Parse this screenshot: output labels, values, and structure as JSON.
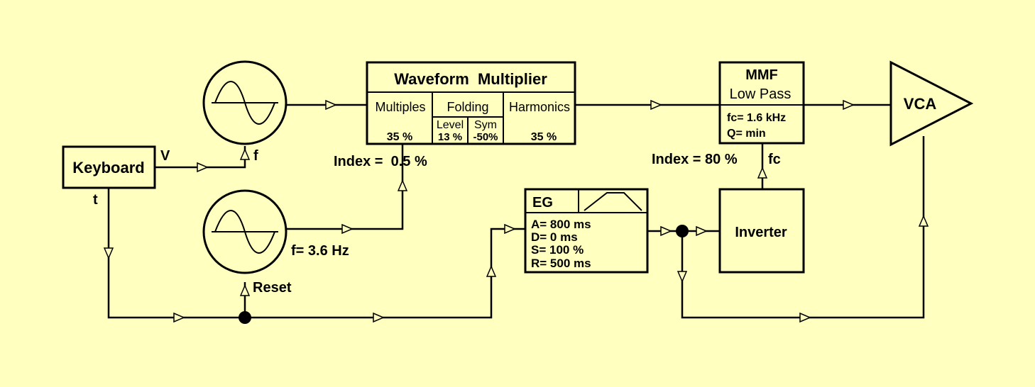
{
  "background_color": "#ffffbf",
  "keyboard": {
    "label": "Keyboard",
    "v_out": "V",
    "t_out": "t"
  },
  "osc1": {
    "icon": "sine-wave-icon",
    "f_in": "f"
  },
  "osc2": {
    "icon": "sine-wave-icon",
    "freq": "f= 3.6 Hz",
    "reset": "Reset"
  },
  "multiplier": {
    "title": "Waveform  Multiplier",
    "multiples_label": "Multiples",
    "multiples_value": "35 %",
    "folding_label": "Folding",
    "level_label": "Level",
    "level_value": "13 %",
    "sym_label": "Sym",
    "sym_value": "-50%",
    "harmonics_label": "Harmonics",
    "harmonics_value": "35 %",
    "index": "Index =  0.5 %"
  },
  "mmf": {
    "title": "MMF",
    "mode": "Low Pass",
    "fc": "fc= 1.6 kHz",
    "q": "Q= min",
    "index": "Index = 80 %",
    "fc_in": "fc"
  },
  "vca": {
    "label": "VCA"
  },
  "eg": {
    "title": "EG",
    "icon": "envelope-shape-icon",
    "attack": "A= 800 ms",
    "decay": "D= 0 ms",
    "sustain": "S= 100 %",
    "release": "R= 500 ms"
  },
  "inverter": {
    "label": "Inverter"
  }
}
